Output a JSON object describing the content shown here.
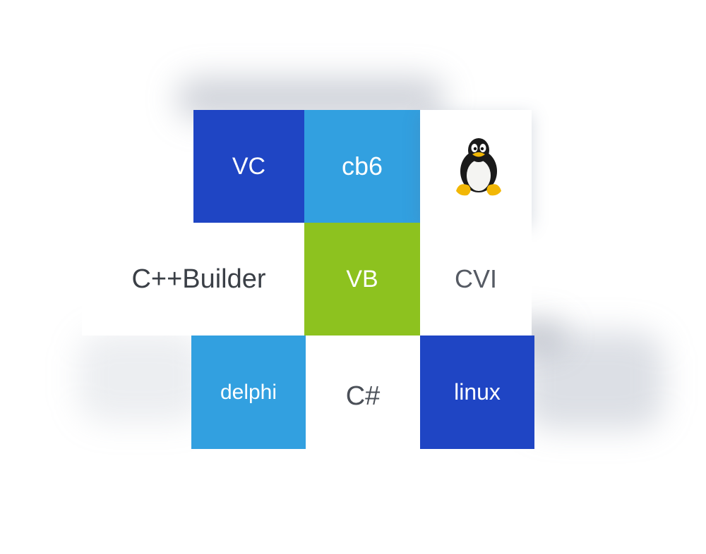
{
  "tiles": [
    {
      "name": "VC",
      "label": "VC",
      "color": "#1f45c4"
    },
    {
      "name": "cb6",
      "label": "cb6",
      "color": "#32a0e0"
    },
    {
      "name": "linux-logo",
      "icon": "tux-penguin-icon"
    },
    {
      "name": "C++Builder",
      "label": "C++Builder"
    },
    {
      "name": "VB",
      "label": "VB",
      "color": "#8dc21f"
    },
    {
      "name": "CVI",
      "label": "CVI"
    },
    {
      "name": "delphi",
      "label": "delphi",
      "color": "#32a0e0"
    },
    {
      "name": "C#",
      "label": "C#"
    },
    {
      "name": "linux",
      "label": "linux",
      "color": "#1f45c4"
    }
  ]
}
